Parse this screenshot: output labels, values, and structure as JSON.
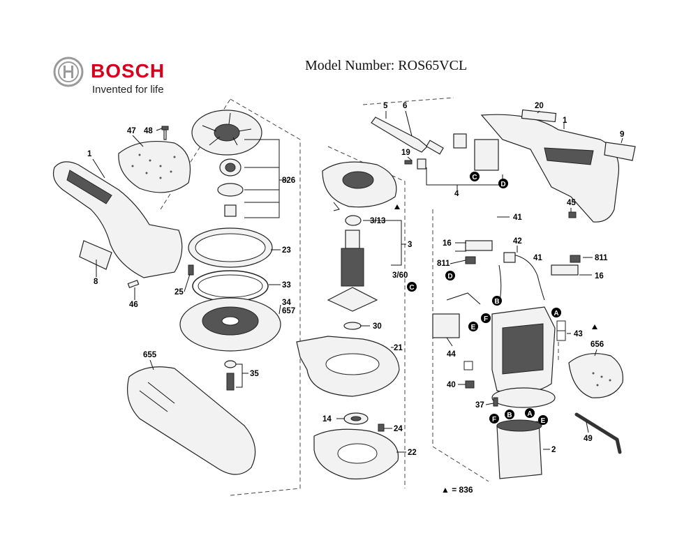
{
  "header": {
    "brand_name": "BOSCH",
    "brand_tagline": "Invented for life",
    "model_number": "Model Number: ROS65VCL"
  },
  "legend": {
    "text": "▲ = 836"
  },
  "callouts": [
    "1",
    "47",
    "48",
    "8",
    "46",
    "25",
    "826",
    "23",
    "33",
    "34",
    "657",
    "655",
    "35",
    "5",
    "6",
    "19",
    "4",
    "20",
    "9",
    "45",
    "3/13",
    "3",
    "3/60",
    "30",
    "21",
    "14",
    "24",
    "22",
    "41",
    "16",
    "42",
    "811",
    "44",
    "43",
    "656",
    "40",
    "37",
    "2",
    "49"
  ],
  "markers": [
    "A",
    "B",
    "C",
    "D",
    "E",
    "F"
  ]
}
